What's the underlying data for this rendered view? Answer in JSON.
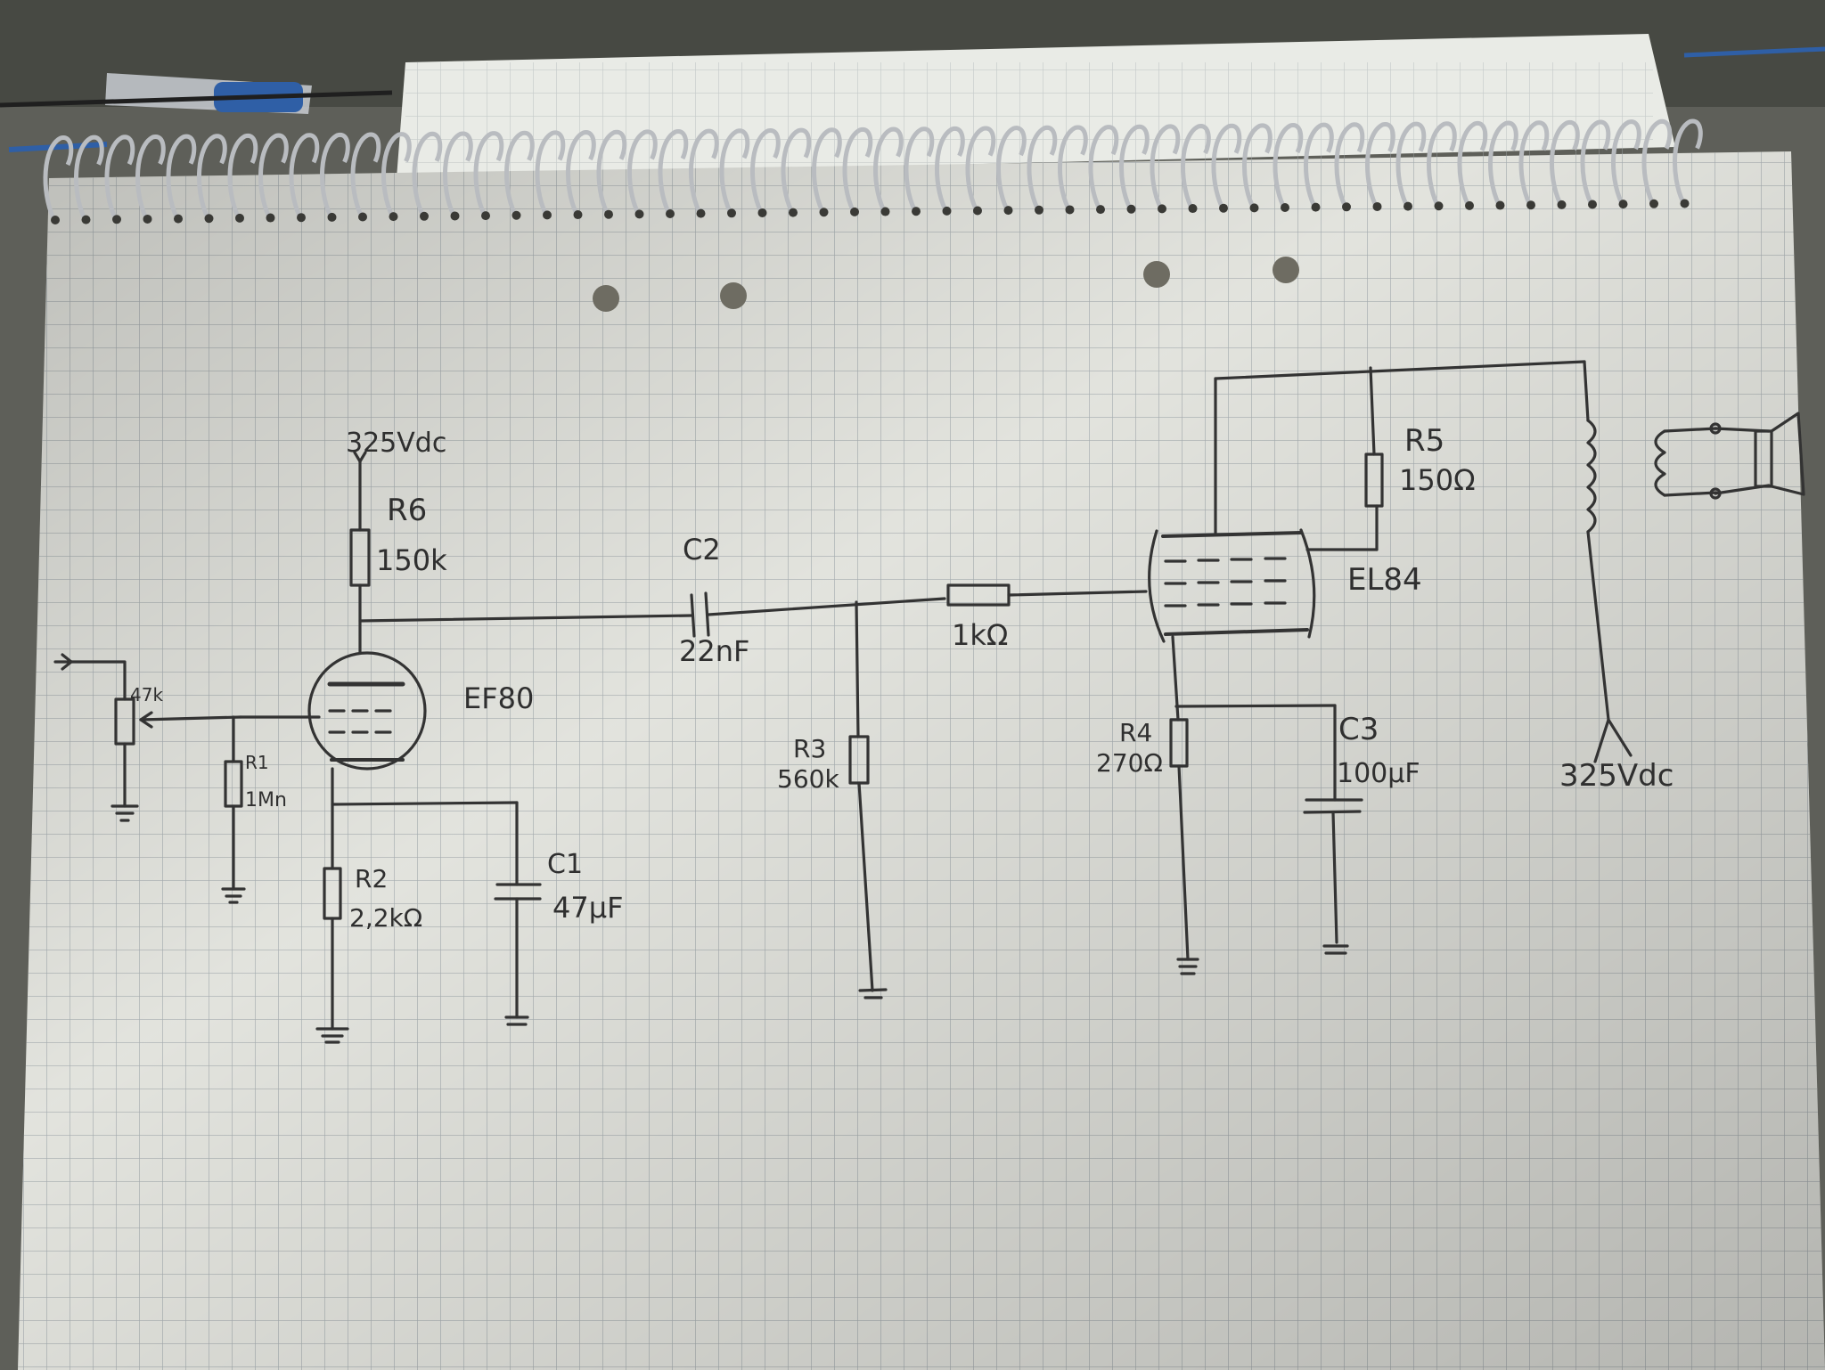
{
  "colors": {
    "desk": "#5e5f59",
    "paper": "#e7e8e2",
    "grid": "#a9b0b3",
    "ink": "#333333",
    "spiral": "#b9bcc0",
    "pen_blue": "#2f5fa6"
  },
  "schematic": {
    "supply_top": "325Vdc",
    "supply_right": "325Vdc",
    "tube1": "EF80",
    "tube2": "EL84",
    "pot": "47k",
    "r1": {
      "ref": "R1",
      "value": "1Mn"
    },
    "r2": {
      "ref": "R2",
      "value": "2,2kΩ"
    },
    "r3": {
      "ref": "R3",
      "value": "560k"
    },
    "r4": {
      "ref": "R4",
      "value": "270Ω"
    },
    "r5": {
      "ref": "R5",
      "value": "150Ω"
    },
    "r6": {
      "ref": "R6",
      "value": "150k"
    },
    "r_grid": {
      "value": "1kΩ"
    },
    "c1": {
      "ref": "C1",
      "value": "47µF"
    },
    "c2": {
      "ref": "C2",
      "value": "22nF"
    },
    "c3": {
      "ref": "C3",
      "value": "100µF"
    }
  }
}
